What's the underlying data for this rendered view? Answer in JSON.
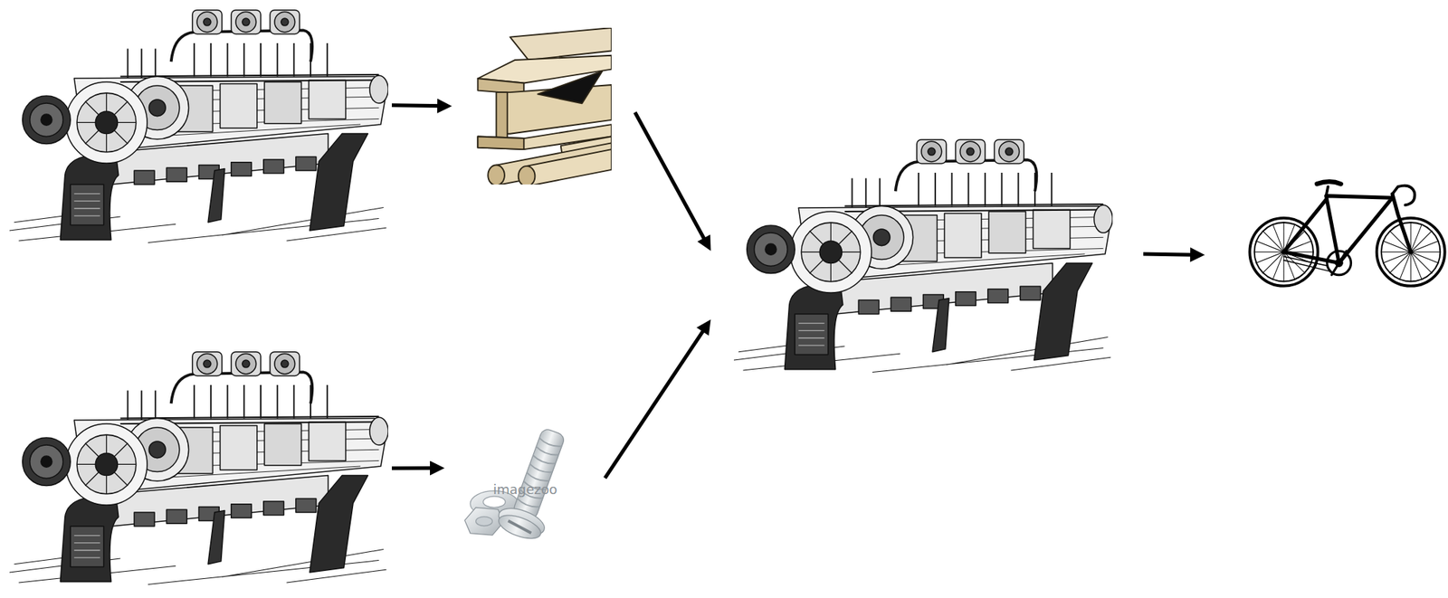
{
  "diagram": {
    "nodes": [
      {
        "text": []
      },
      {
        "text": []
      },
      {
        "text": []
      },
      {
        "text": [
          "imagezoo"
        ]
      },
      {
        "text": []
      },
      {
        "text": []
      }
    ],
    "edges": [
      {
        "from": 0,
        "to": 1,
        "arrow": "to"
      },
      {
        "from": 2,
        "to": 3,
        "arrow": "to"
      },
      {
        "from": 1,
        "to": 4,
        "arrow": "to"
      },
      {
        "from": 3,
        "to": 4,
        "arrow": "to"
      },
      {
        "from": 4,
        "to": 5,
        "arrow": "to"
      }
    ]
  }
}
